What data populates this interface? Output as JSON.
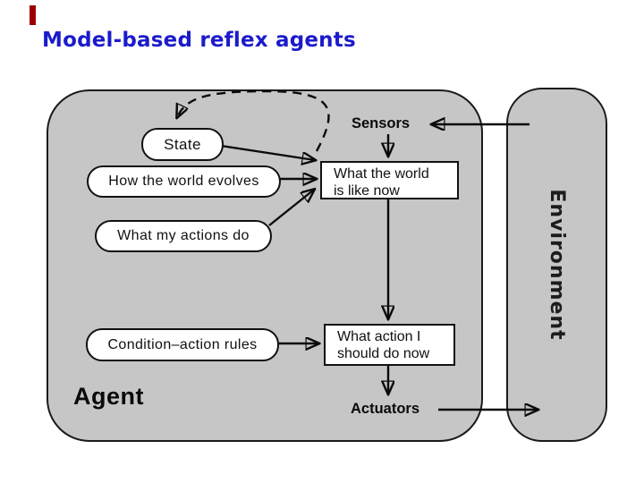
{
  "slide": {
    "title": "Model-based reflex agents"
  },
  "decoration": {
    "accent_bar_color": "#9b0000"
  },
  "diagram": {
    "agent_label": "Agent",
    "environment_label": "Environment",
    "sensors_label": "Sensors",
    "actuators_label": "Actuators",
    "nodes": {
      "state": "State",
      "world_evolves": "How the world evolves",
      "my_actions": "What my actions do",
      "condition_rules": "Condition–action rules",
      "percept": {
        "line1": "What the world",
        "line2": "is like now"
      },
      "action": {
        "line1": "What action I",
        "line2": "should do now"
      }
    },
    "colors": {
      "panel_fill": "#c6c6c6",
      "node_fill": "#ffffff",
      "stroke": "#0a0a0a",
      "title_blue": "#1b1bcc"
    }
  }
}
